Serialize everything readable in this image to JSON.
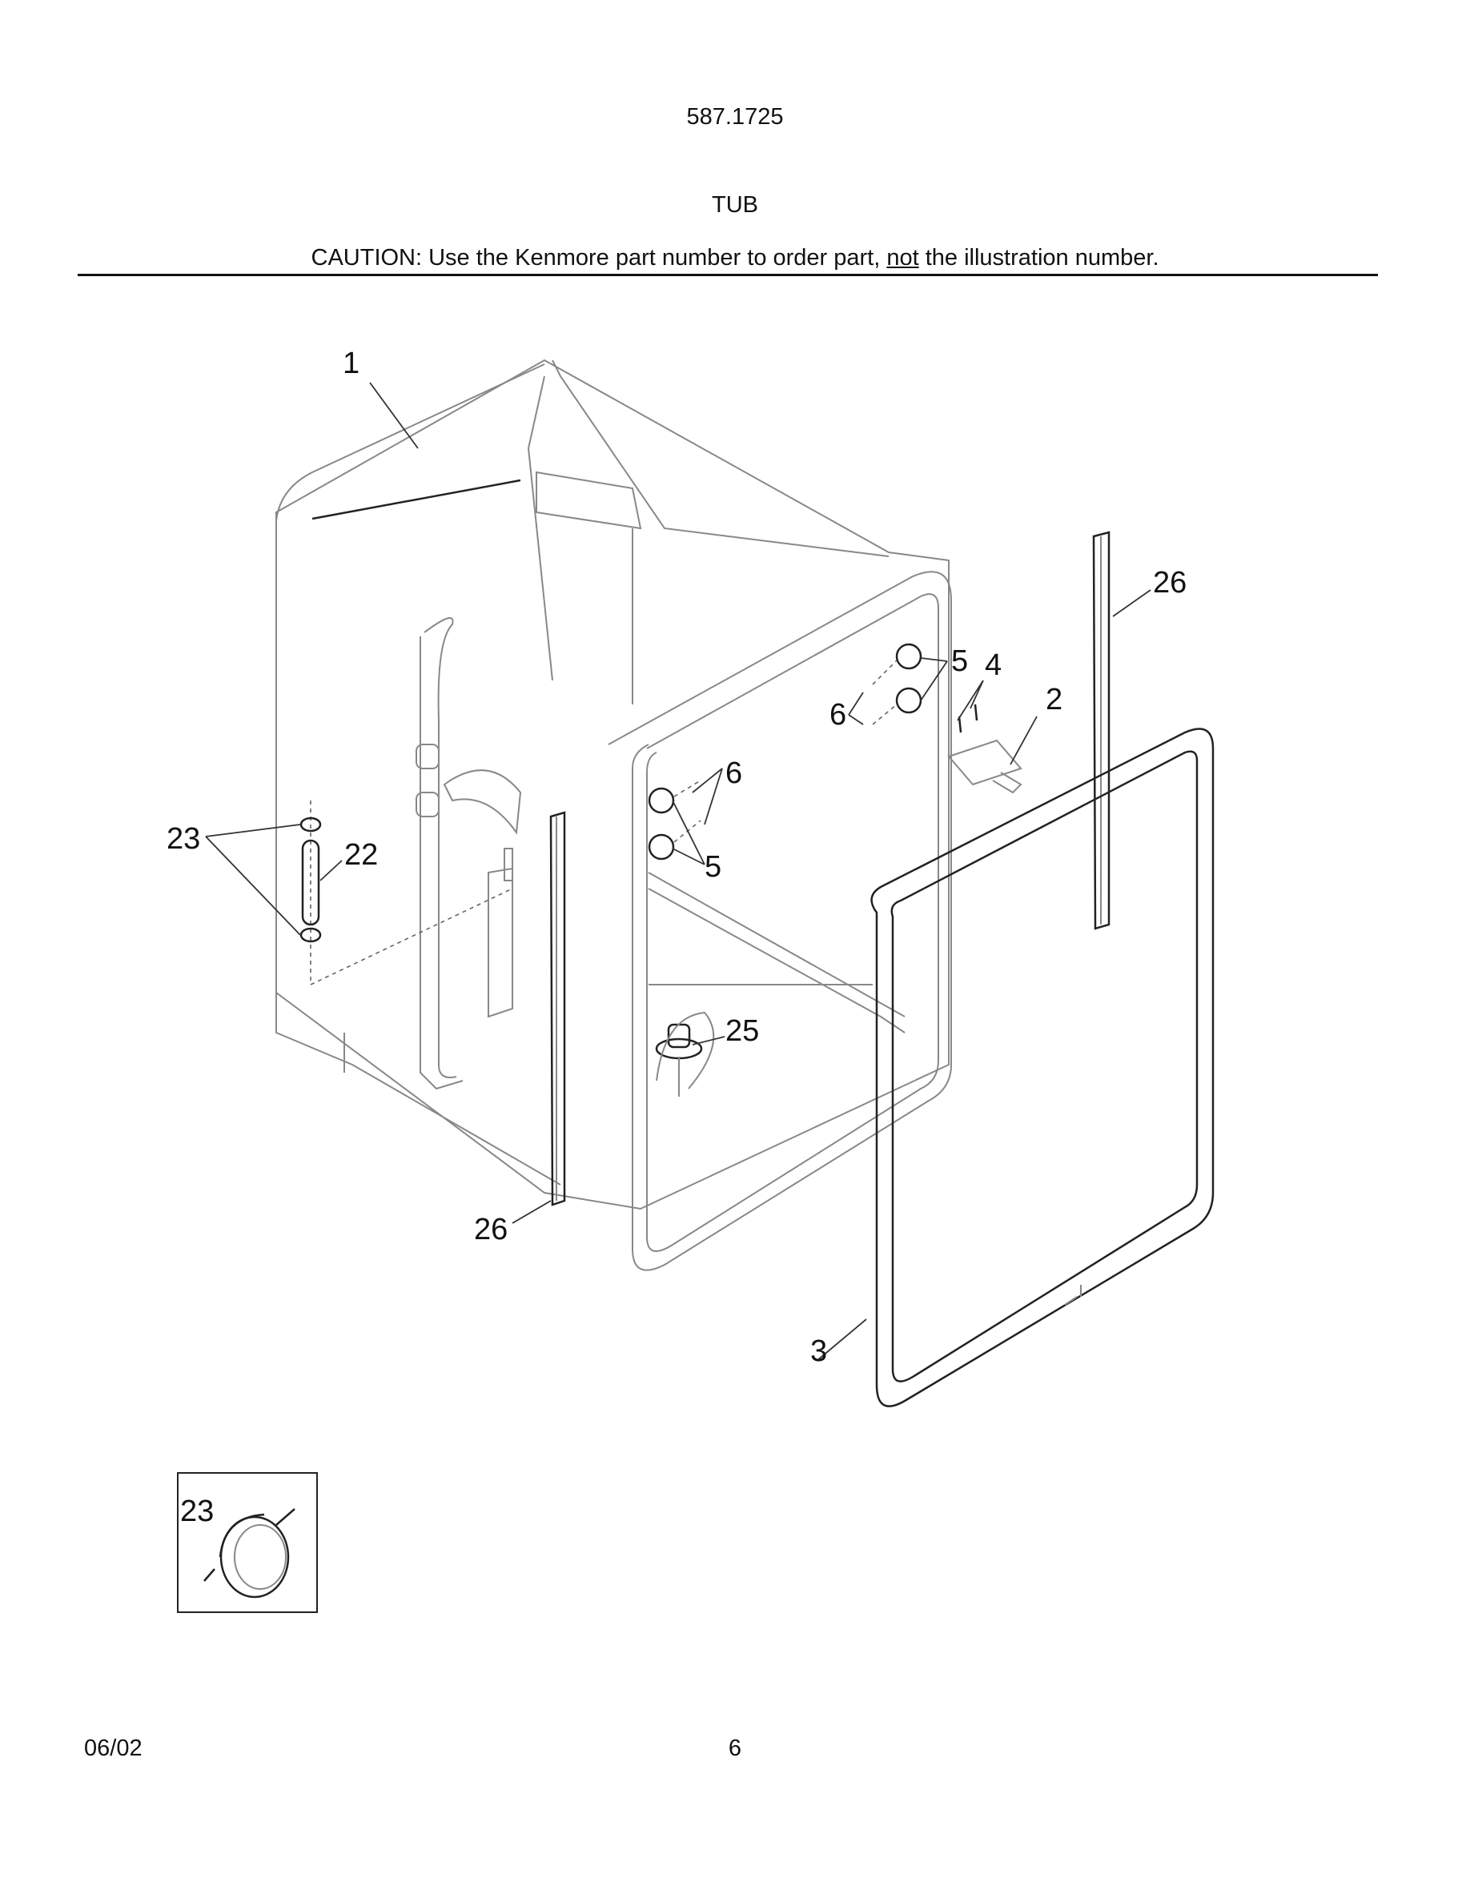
{
  "header": {
    "model_number": "587.1725",
    "section_title": "TUB",
    "caution_before": "CAUTION: Use the Kenmore part number to order part, ",
    "caution_underlined": "not",
    "caution_after": " the illustration number."
  },
  "callouts": {
    "c1": "1",
    "c2": "2",
    "c3": "3",
    "c4": "4",
    "c5_top": "5",
    "c5_left": "5",
    "c6_top": "6",
    "c6_left": "6",
    "c22": "22",
    "c23": "23",
    "c23_inset": "23",
    "c25": "25",
    "c26_right": "26",
    "c26_left": "26"
  },
  "footer": {
    "date": "06/02",
    "page": "6"
  }
}
